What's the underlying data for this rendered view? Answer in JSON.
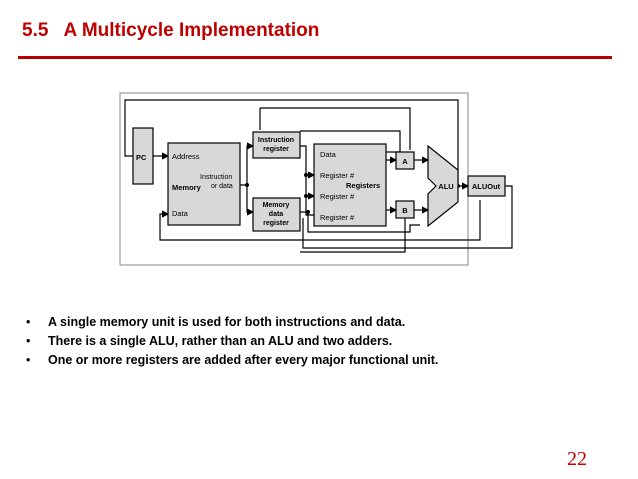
{
  "slide": {
    "title": "5.5   A Multicycle Implementation",
    "page_number": "22"
  },
  "diagram": {
    "pc_label": "PC",
    "memory": {
      "address": "Address",
      "title": "Memory",
      "instr_or_data_1": "Instruction",
      "instr_or_data_2": "or data",
      "data": "Data"
    },
    "instruction_register": {
      "line1": "Instruction",
      "line2": "register"
    },
    "memory_data_register": {
      "line1": "Memory",
      "line2": "data",
      "line3": "register"
    },
    "registers": {
      "data": "Data",
      "reg1": "Register #",
      "title": "Registers",
      "reg2": "Register #",
      "reg3": "Register #"
    },
    "a_label": "A",
    "b_label": "B",
    "alu_label": "ALU",
    "aluout_label": "ALUOut"
  },
  "bullets": [
    "A single memory unit is used for both instructions and data.",
    "There is a single ALU, rather than an ALU and two adders.",
    "One or more registers are added after every major functional unit."
  ],
  "bullet_symbol": "•"
}
